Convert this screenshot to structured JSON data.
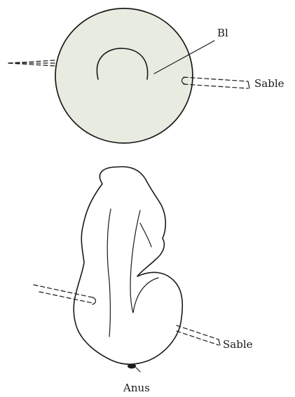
{
  "figure": {
    "top_panel": {
      "blastopore_label": "Bl",
      "needle_label": "Sable"
    },
    "bottom_panel": {
      "needle_label": "Sable",
      "anus_label": "Anus"
    }
  }
}
